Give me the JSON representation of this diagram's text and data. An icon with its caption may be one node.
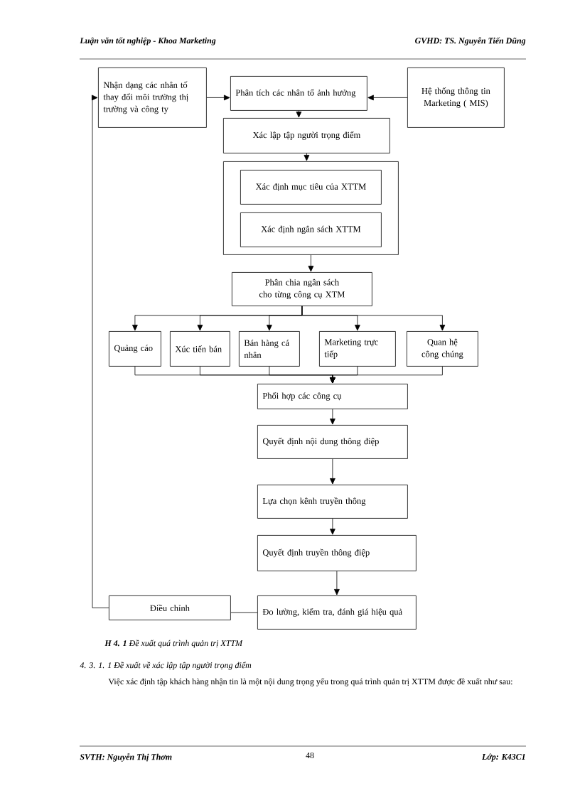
{
  "diagram": {
    "caption": "**H 4. 1** Đề xuất quá trình quản trị XTTM",
    "nodes": [
      {
        "text": [
          "Nhận dạng các nhân tố thay đổi môi trường thị trường và công ty"
        ]
      },
      {
        "text": [
          "Phân tích các nhân tố ảnh hưởng"
        ]
      },
      {
        "text": [
          "Hệ thống thông tin Marketing ( MIS)"
        ]
      },
      {
        "text": [
          "Xác lập tập người trọng điểm"
        ]
      },
      {
        "text": [],
        "shape": "box"
      },
      {
        "text": [
          "Xác định mục tiêu của XTTM"
        ],
        "in": 4
      },
      {
        "text": [
          "Xác định ngân sách XTTM"
        ],
        "in": 4
      },
      {
        "text": [
          "Phân chia ngân sách cho từng công cụ XTM"
        ]
      },
      {
        "text": [
          "Quảng cáo"
        ]
      },
      {
        "text": [
          "Xúc tiến bán"
        ]
      },
      {
        "text": [
          "Bán hàng cá nhân"
        ]
      },
      {
        "text": [
          "Marketing trực tiếp"
        ]
      },
      {
        "text": [
          "Quan hệ công chúng"
        ]
      },
      {
        "text": [
          "Phối hợp các công cụ"
        ]
      },
      {
        "text": [
          "Quyết định nội dung thông điệp"
        ]
      },
      {
        "text": [
          "Lựa chọn kênh truyền thông"
        ]
      },
      {
        "text": [
          "Quyết định truyền thông điệp"
        ]
      },
      {
        "text": [
          "Điều chỉnh"
        ]
      },
      {
        "text": [
          "Đo lường, kiểm tra, đánh giá hiệu quả"
        ]
      }
    ],
    "edges": [
      {
        "from": 0,
        "to": 1,
        "arrow": "to"
      },
      {
        "from": 2,
        "to": 1,
        "arrow": "to"
      },
      {
        "from": 1,
        "to": 3,
        "arrow": "to"
      },
      {
        "from": 3,
        "to": 4,
        "arrow": "to"
      },
      {
        "from": 4,
        "to": 7,
        "arrow": "to"
      },
      {
        "from": 7,
        "to": 8,
        "arrow": "to"
      },
      {
        "from": 7,
        "to": 9,
        "arrow": "to"
      },
      {
        "from": 7,
        "to": 10,
        "arrow": "to"
      },
      {
        "from": 7,
        "to": 11,
        "arrow": "to"
      },
      {
        "from": 7,
        "to": 12,
        "arrow": "to"
      },
      {
        "from": 8,
        "to": 13,
        "arrow": "to"
      },
      {
        "from": 9,
        "to": 13,
        "arrow": "to"
      },
      {
        "from": 10,
        "to": 13,
        "arrow": "to"
      },
      {
        "from": 11,
        "to": 13,
        "arrow": "to"
      },
      {
        "from": 12,
        "to": 13,
        "arrow": "to"
      },
      {
        "from": 13,
        "to": 14,
        "arrow": "to"
      },
      {
        "from": 14,
        "to": 15,
        "arrow": "to"
      },
      {
        "from": 15,
        "to": 16,
        "arrow": "to"
      },
      {
        "from": 16,
        "to": 18,
        "arrow": "to"
      },
      {
        "from": 18,
        "to": 17,
        "arrow": "none"
      },
      {
        "from": 17,
        "to": 0,
        "arrow": "to"
      }
    ],
    "labels": [
      "Luận văn tốt nghiệp - Khoa Marketing",
      "GVHD: TS. Nguyễn Tiến Dũng",
      "4. 3. 1. 1 Đề xuất về xác lập tập người trọng điểm",
      "Việc xác định tập khách hàng nhận tin là một nội dung trọng yếu trong quá trình quản trị XTTM được đề xuất như sau:",
      "SVTH: Nguyễn Thị Thơm",
      "48",
      "Lớp: K43C1"
    ]
  }
}
